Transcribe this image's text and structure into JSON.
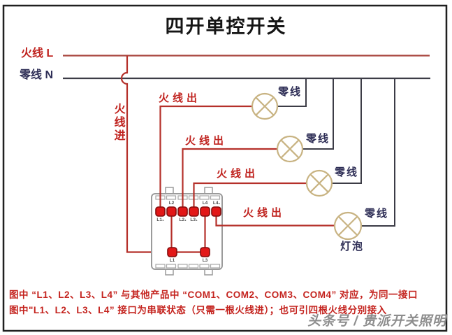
{
  "title": "四开单控开关",
  "buses": {
    "live": "火线 L",
    "neutral": "零线 N"
  },
  "wire_labels": {
    "live_in": "火线进",
    "live_out": "火线出",
    "neutral": "零线",
    "bulb": "灯泡"
  },
  "switch": {
    "top_terminals": [
      "L1₁",
      "L2",
      "L2₁",
      "L3₁",
      "L4",
      "L4₁"
    ],
    "bottom_terminals": [
      "L1",
      "L3"
    ]
  },
  "footnote": {
    "line1": "图中 “L1、L2、L3、L4” 与其他产品中 “COM1、COM2、COM3、COM4” 对应，为同一接口",
    "line2": "图中\"L1、L2、L3、L4” 接口为串联状态（只需一根火线进）；也可引四根火线分别接入"
  },
  "watermark": "头条号 / 贵派开关照明",
  "colors": {
    "live_wire": "#b5302a",
    "neutral_wire": "#3c3c46",
    "lamp_ring": "#c8b382",
    "terminal_fill": "#e21717",
    "terminal_border": "#820c0c",
    "box_outline": "#9b9b9b",
    "label_red": "#c02420",
    "label_navy": "#2e2e56",
    "footnote_red": "#c4231e",
    "frame": "#1f1f1f"
  }
}
